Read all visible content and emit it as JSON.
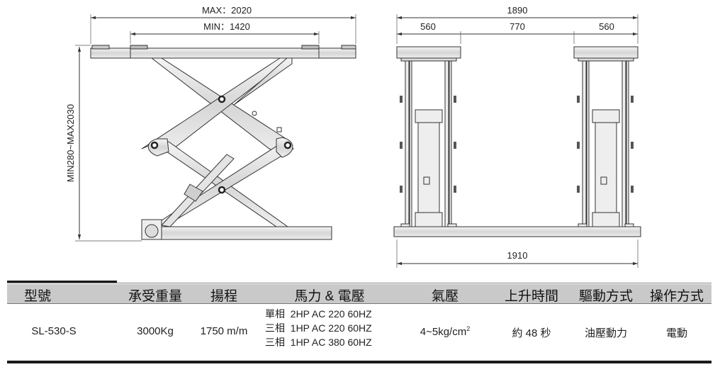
{
  "side_view": {
    "max_length": "MAX：2020",
    "min_length": "MIN：1420",
    "height_range": "MIN280~MAX2030"
  },
  "front_view": {
    "overall_width": "1890",
    "left_platform": "560",
    "gap": "770",
    "right_platform": "560",
    "base_width": "1910"
  },
  "table": {
    "headers": [
      "型號",
      "承受重量",
      "揚程",
      "馬力 & 電壓",
      "氣壓",
      "上升時間",
      "驅動方式",
      "操作方式"
    ],
    "row": {
      "model": "SL-530-S",
      "capacity": "3000Kg",
      "lift_height": "1750 m/m",
      "power": [
        "單相  2HP AC 220 60HZ",
        "三相  1HP AC 220 60HZ",
        "三相  1HP AC 380 60HZ"
      ],
      "air_pressure": "4~5kg/cm",
      "air_pressure_sup": "2",
      "lift_time": "約 48 秒",
      "drive": "油壓動力",
      "operation": "電動"
    }
  }
}
